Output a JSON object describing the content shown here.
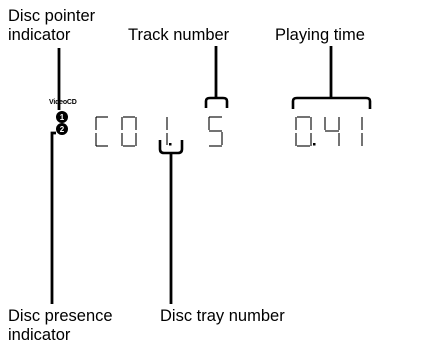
{
  "labels": {
    "disc_pointer_line1": "Disc pointer",
    "disc_pointer_line2": "indicator",
    "track_number": "Track number",
    "playing_time": "Playing time",
    "disc_presence_line1": "Disc presence",
    "disc_presence_line2": "indicator",
    "disc_tray_number": "Disc tray number"
  },
  "display": {
    "format_tag": "VideoCD",
    "disc_indicators": [
      "1",
      "2"
    ],
    "characters": [
      "C",
      "D",
      "1",
      ".",
      "5",
      "0",
      ".",
      "4",
      "1"
    ]
  }
}
